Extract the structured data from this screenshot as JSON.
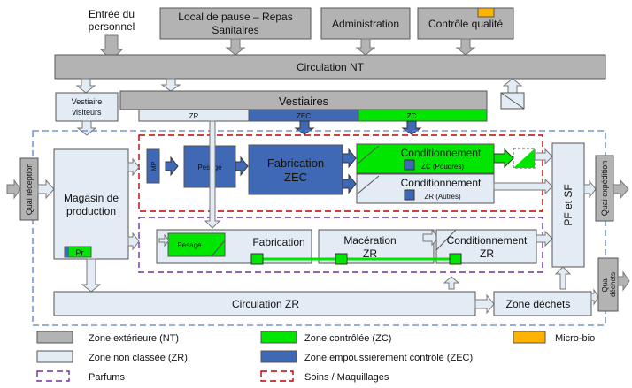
{
  "labels": {
    "entree": [
      "Entrée du",
      "personnel"
    ],
    "local_pause": [
      "Local de pause – Repas",
      "Sanitaires"
    ],
    "administration": "Administration",
    "controle_qualite": "Contrôle qualité",
    "circulation_nt": "Circulation NT",
    "vestiaire_visiteurs": [
      "Vestiaire",
      "visiteurs"
    ],
    "vestiaires": "Vestiaires",
    "vest_zr": "ZR",
    "vest_zec": "ZEC",
    "vest_zc": "ZC",
    "quai_reception": "Quai réception",
    "magasin": [
      "Magasin de",
      "production"
    ],
    "pr": "Pr",
    "mp": "MP",
    "pesage_zec": "Pesage",
    "fabrication_zec": [
      "Fabrication",
      "ZEC"
    ],
    "cond_zc": "Conditionnement",
    "cond_zc_sub": "ZC (Poudres)",
    "cond_zr": "Conditionnement",
    "cond_zr_sub": "ZR (Autres)",
    "pf_sf": "PF et SF",
    "quai_expedition": "Quai expédition",
    "pesage_zr": "Pesage",
    "fabrication_zr": "Fabrication",
    "maceration": [
      "Macération",
      "ZR"
    ],
    "cond_parfums": [
      "Conditionnement",
      "ZR"
    ],
    "circulation_zr": "Circulation ZR",
    "zone_dechets": "Zone déchets",
    "quai_dechets": [
      "Quai",
      "déchets"
    ]
  },
  "legend": [
    {
      "label": "Zone extérieure (NT)",
      "color": "#b3b3b3",
      "kind": "fill"
    },
    {
      "label": "Zone contrôlée (ZC)",
      "color": "#00e600",
      "kind": "fill"
    },
    {
      "label": "Micro-bio",
      "color": "#ffb300",
      "kind": "fill"
    },
    {
      "label": "Zone non classée (ZR)",
      "color": "#e3ebf5",
      "kind": "fill"
    },
    {
      "label": "Zone empoussièrement contrôlé (ZEC)",
      "color": "#3f68b5",
      "kind": "fill"
    },
    {
      "label": "Parfums",
      "color": "#7030a0",
      "kind": "dash"
    },
    {
      "label": "Soins / Maquillages",
      "color": "#c00000",
      "kind": "dash"
    }
  ],
  "colors": {
    "nt": "#b3b3b3",
    "zr": "#e3ebf5",
    "zec": "#3f68b5",
    "zc": "#00e600",
    "microbio": "#ffb300",
    "parfums": "#7030a0",
    "soins": "#c00000",
    "outline": "#5b7fc9"
  }
}
